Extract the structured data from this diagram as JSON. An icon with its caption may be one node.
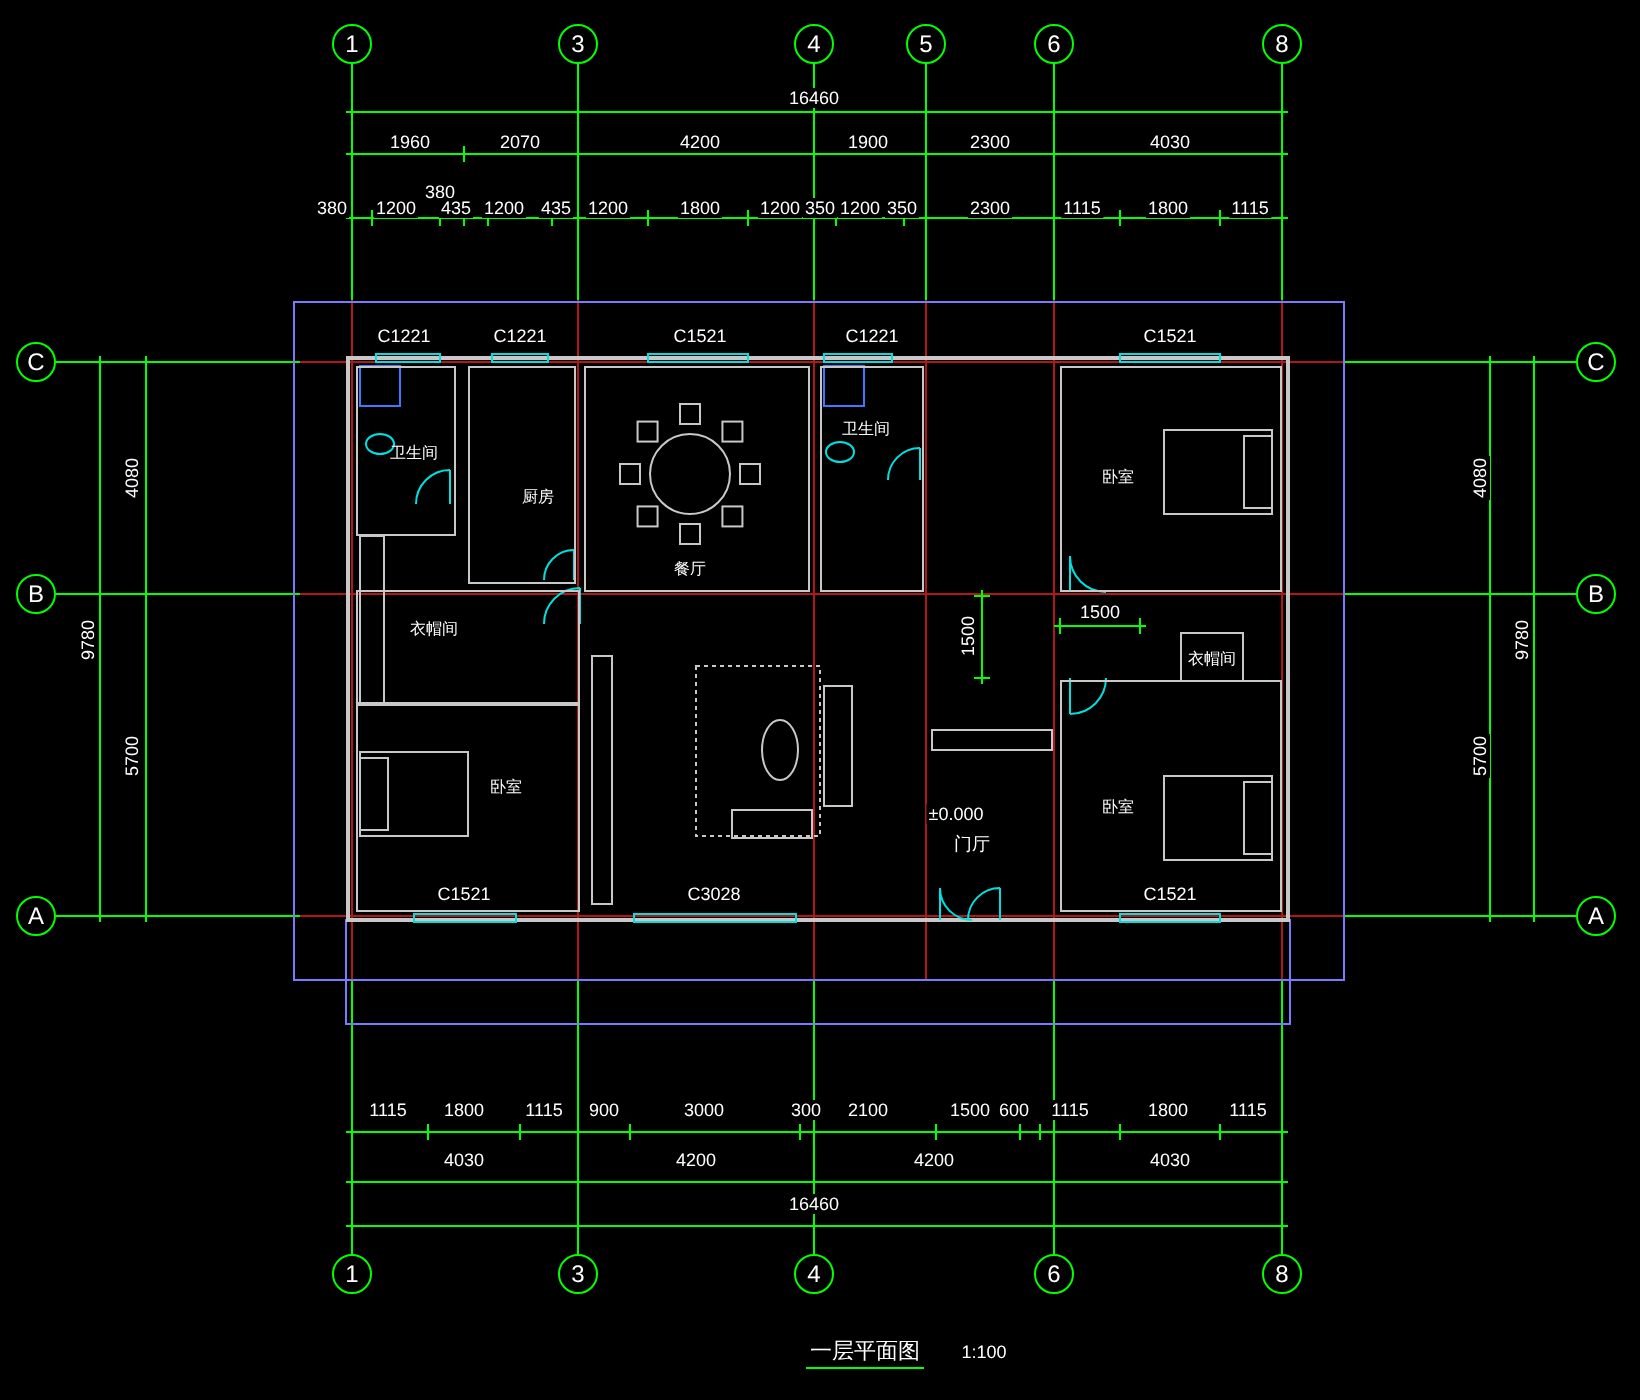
{
  "diagram": {
    "title": "一层平面图",
    "nodes": [
      {
        "text": [
          "1"
        ]
      },
      {
        "text": [
          "3"
        ]
      },
      {
        "text": [
          "4"
        ]
      },
      {
        "text": [
          "5"
        ]
      },
      {
        "text": [
          "6"
        ]
      },
      {
        "text": [
          "8"
        ]
      },
      {
        "text": [
          "C"
        ]
      },
      {
        "text": [
          "B"
        ]
      },
      {
        "text": [
          "A"
        ]
      },
      {
        "text": [
          "C"
        ]
      },
      {
        "text": [
          "B"
        ]
      },
      {
        "text": [
          "A"
        ]
      },
      {
        "text": [
          "1"
        ]
      },
      {
        "text": [
          "3"
        ]
      },
      {
        "text": [
          "4"
        ]
      },
      {
        "text": [
          "6"
        ]
      },
      {
        "text": [
          "8"
        ]
      },
      {
        "text": [
          "卫生间"
        ]
      },
      {
        "text": [
          "厨房"
        ]
      },
      {
        "text": [
          "餐厅"
        ]
      },
      {
        "text": [
          "卫生间"
        ]
      },
      {
        "text": [
          "卧室"
        ]
      },
      {
        "text": [
          "衣帽间"
        ]
      },
      {
        "text": [
          "衣帽间"
        ]
      },
      {
        "text": [
          "卧室"
        ]
      },
      {
        "text": [
          "卧室"
        ]
      }
    ],
    "labels": [
      "16460",
      "1960",
      "2070",
      "4200",
      "1900",
      "2300",
      "4030",
      "380",
      "380",
      "1200",
      "435",
      "1200",
      "435",
      "1200",
      "1800",
      "1200",
      "350",
      "1200",
      "350",
      "2300",
      "1115",
      "1800",
      "1115",
      "C1221",
      "C1221",
      "C1521",
      "C1221",
      "C1521",
      "4080",
      "9780",
      "5700",
      "4080",
      "9780",
      "5700",
      "1500",
      "1500",
      "±0.000",
      "门厅",
      "C1521",
      "C3028",
      "C1521",
      "1115",
      "1800",
      "1115",
      "900",
      "3000",
      "300",
      "2100",
      "1500",
      "600",
      "1115",
      "1800",
      "1115",
      "4030",
      "4200",
      "4200",
      "4030",
      "16460",
      "1:100"
    ]
  }
}
